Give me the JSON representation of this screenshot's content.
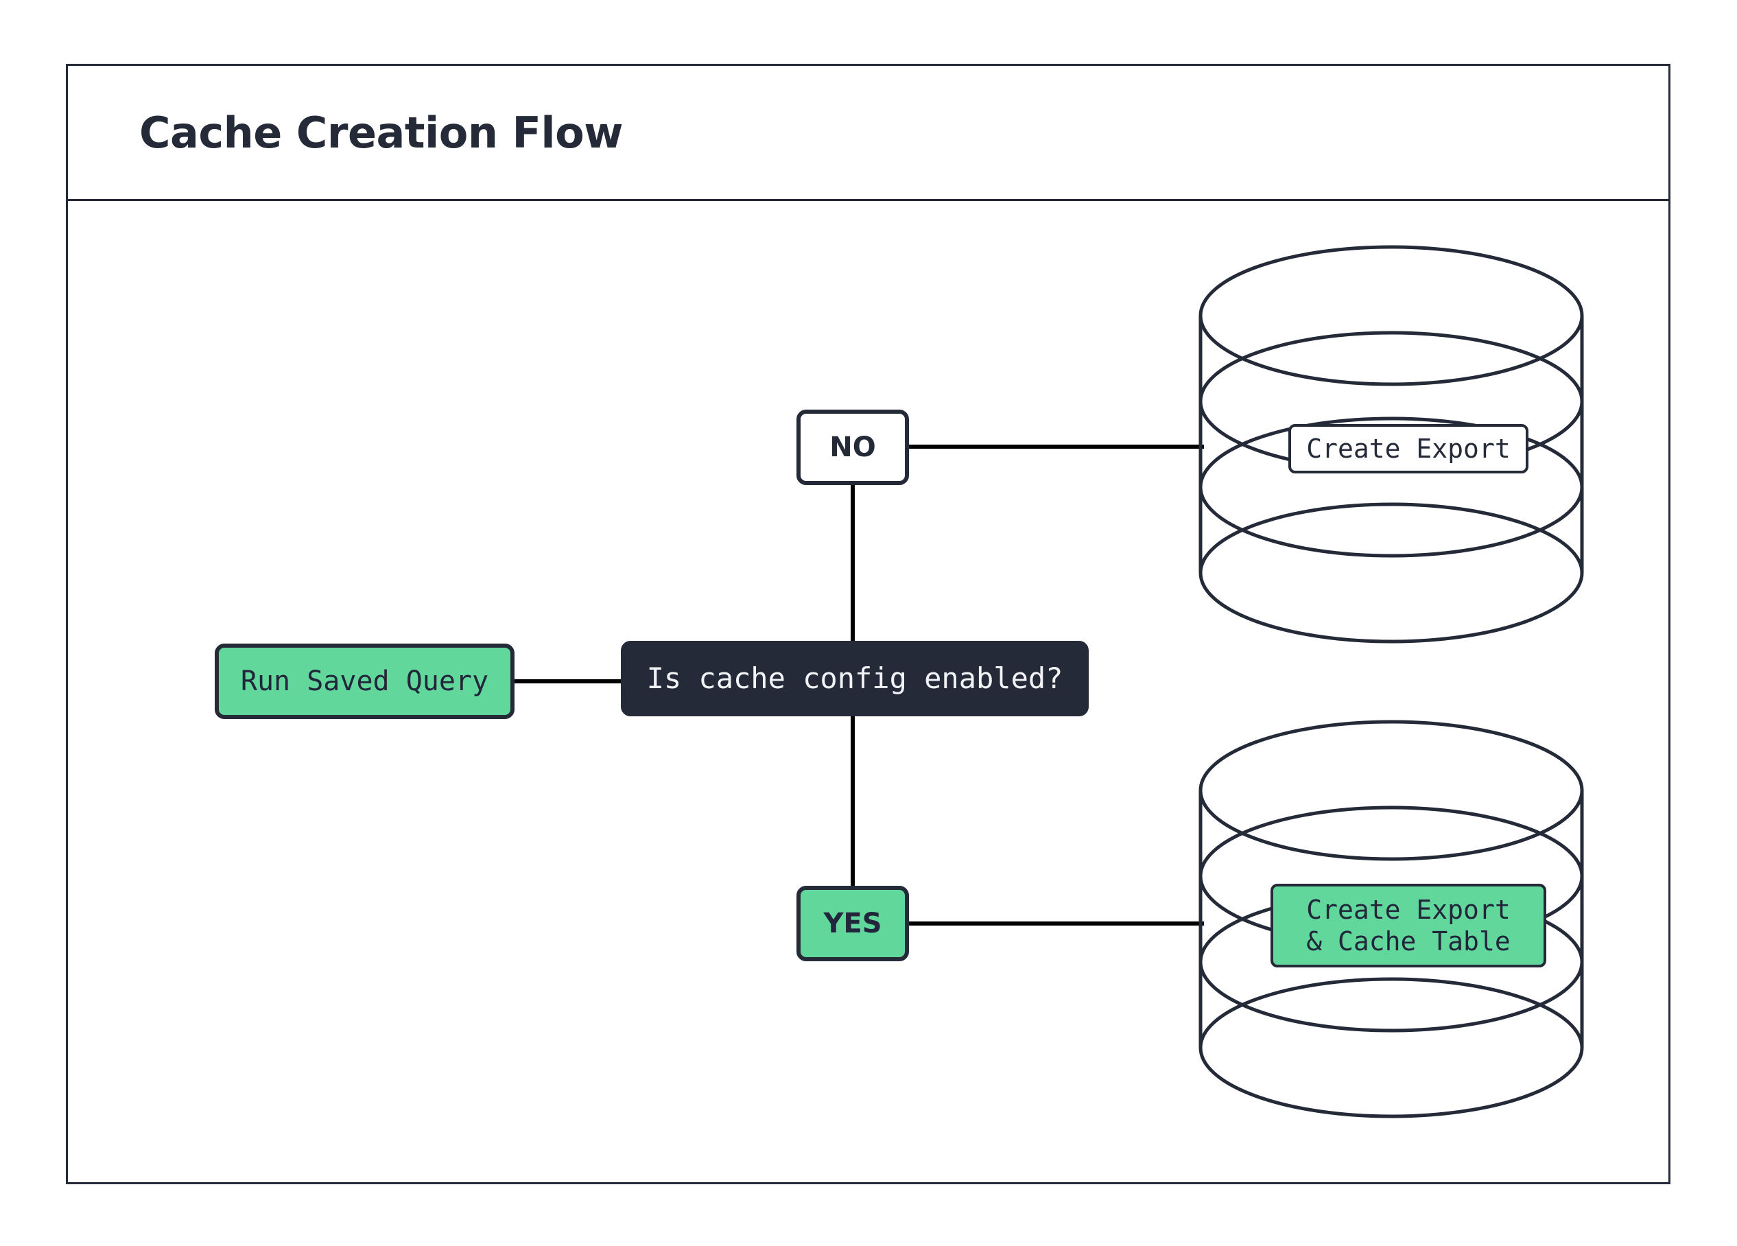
{
  "frame": {
    "title": "Cache Creation Flow"
  },
  "colors": {
    "ink": "#252a39",
    "green": "#62d79c",
    "white": "#ffffff",
    "edge": "#000000"
  },
  "diagram": {
    "type": "flowchart",
    "nodes": [
      {
        "id": "run-saved-query",
        "label": "Run Saved Query",
        "shape": "rounded-rect",
        "fill": "green"
      },
      {
        "id": "decision",
        "label": "Is cache config enabled?",
        "shape": "rounded-rect",
        "fill": "dark"
      },
      {
        "id": "no",
        "label": "NO",
        "shape": "rounded-rect",
        "fill": "white"
      },
      {
        "id": "yes",
        "label": "YES",
        "shape": "rounded-rect",
        "fill": "green"
      },
      {
        "id": "create-export",
        "label": "Create Export",
        "shape": "database",
        "fill": "white"
      },
      {
        "id": "create-export-cache",
        "label": "Create Export\n& Cache Table",
        "shape": "database",
        "fill": "green"
      }
    ],
    "edges": [
      {
        "from": "run-saved-query",
        "to": "decision"
      },
      {
        "from": "decision",
        "to": "no"
      },
      {
        "from": "decision",
        "to": "yes"
      },
      {
        "from": "no",
        "to": "create-export"
      },
      {
        "from": "yes",
        "to": "create-export-cache"
      }
    ]
  }
}
